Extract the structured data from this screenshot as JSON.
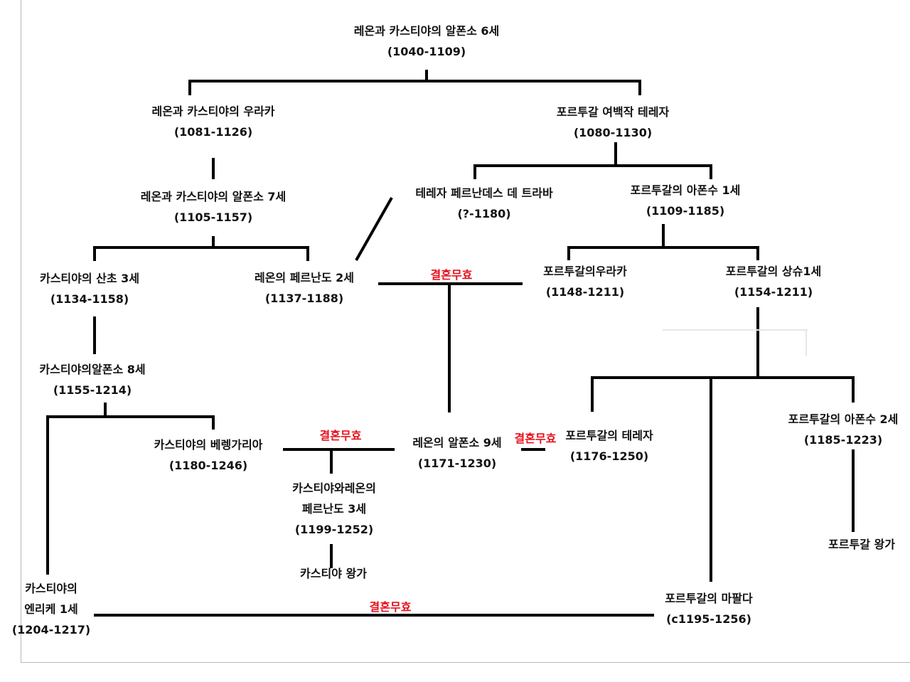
{
  "colors": {
    "text": "#111111",
    "line": "#000000",
    "annulment": "#e8101c",
    "frame": "#b8b8b8"
  },
  "people": {
    "alfonso6": {
      "name": "레온과 카스티야의 알폰소 6세",
      "years": "(1040-1109)"
    },
    "urraca": {
      "name": "레온과 카스티야의 우라카",
      "years": "(1081-1126)"
    },
    "teresa": {
      "name": "포르투갈 여백작 테레자",
      "years": "(1080-1130)"
    },
    "alfonso7": {
      "name": "레온과 카스티야의 알폰소 7세",
      "years": "(1105-1157)"
    },
    "teresa_traba": {
      "name": "테레자 페르난데스 데 트라바",
      "years": "(?-1180)"
    },
    "afonso1": {
      "name": "포르투갈의 아폰수 1세",
      "years": "(1109-1185)"
    },
    "sancho3": {
      "name": "카스티야의 산초 3세",
      "years": "(1134-1158)"
    },
    "fernando2": {
      "name": "레온의 페르난도 2세",
      "years": "(1137-1188)"
    },
    "urraca_pt": {
      "name": "포르투갈의우라카",
      "years": "(1148-1211)"
    },
    "sancho1": {
      "name": "포르투갈의 상슈1세",
      "years": "(1154-1211)"
    },
    "alfonso8": {
      "name": "카스티야의알폰소 8세",
      "years": "(1155-1214)"
    },
    "berenguela": {
      "name": "카스티야의 베렝가리아",
      "years": "(1180-1246)"
    },
    "alfonso9": {
      "name": "레온의 알폰소 9세",
      "years": "(1171-1230)"
    },
    "teresa_pt": {
      "name": "포르투갈의 테레자",
      "years": "(1176-1250)"
    },
    "afonso2": {
      "name": "포르투갈의 아폰수 2세",
      "years": "(1185-1223)"
    },
    "fernando3": {
      "line1": "카스티야와레온의",
      "line2": "페르난도 3세",
      "years": "(1199-1252)"
    },
    "castile_house": {
      "name": "카스티야 왕가"
    },
    "portugal_house": {
      "name": "포르투갈 왕가"
    },
    "enrique1": {
      "line1": "카스티야의",
      "line2": "엔리케 1세",
      "years": "(1204-1217)"
    },
    "mafalda": {
      "name": "포르투갈의 마팔다",
      "years": "(c1195-1256)"
    }
  },
  "annulment_label": "결혼무효"
}
